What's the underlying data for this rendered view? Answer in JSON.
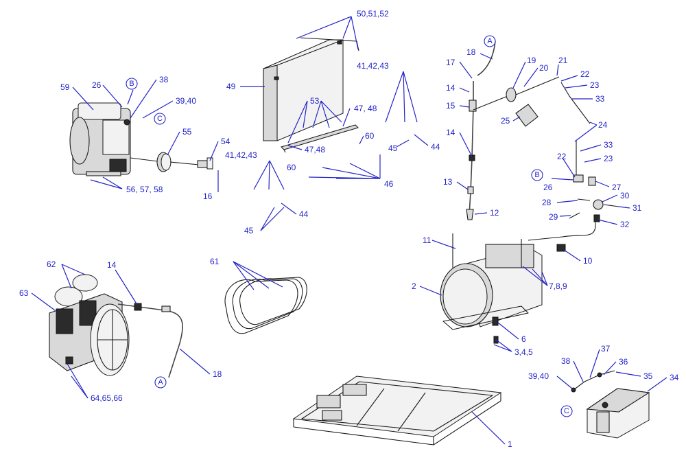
{
  "callouts": {
    "c_50_51_52": "50,51,52",
    "c_49": "49",
    "c_53": "53",
    "c_47_48_a": "47, 48",
    "c_47_48_b": "47,48",
    "c_60_a": "60",
    "c_60_b": "60",
    "c_46": "46",
    "c_41_42_43_mid": "41,42,43",
    "c_44_mid": "44",
    "c_45_mid": "45",
    "c_41_42_43_right": "41,42,43",
    "c_44_right": "44",
    "c_45_right": "45",
    "c_59": "59",
    "c_26_top": "26",
    "c_38_top": "38",
    "c_39_40_top": "39,40",
    "c_55": "55",
    "c_54": "54",
    "c_16": "16",
    "c_56_57_58": "56, 57, 58",
    "c_18_top": "18",
    "c_17": "17",
    "c_14_a": "14",
    "c_15": "15",
    "c_14_b": "14",
    "c_13": "13",
    "c_12": "12",
    "c_19": "19",
    "c_20": "20",
    "c_21": "21",
    "c_22_a": "22",
    "c_23_a": "23",
    "c_33_a": "33",
    "c_25": "25",
    "c_24": "24",
    "c_33_b": "33",
    "c_22_b": "22",
    "c_23_b": "23",
    "c_26_right": "26",
    "c_27": "27",
    "c_28": "28",
    "c_30": "30",
    "c_31": "31",
    "c_29": "29",
    "c_32": "32",
    "c_11": "11",
    "c_10": "10",
    "c_2": "2",
    "c_7_8_9": "7,8,9",
    "c_6": "6",
    "c_3_4_5": "3,4,5",
    "c_62": "62",
    "c_14_left": "14",
    "c_63": "63",
    "c_18_left": "18",
    "c_64_65_66": "64,65,66",
    "c_61": "61",
    "c_1": "1",
    "c_37": "37",
    "c_38_bottom": "38",
    "c_36": "36",
    "c_39_40_bottom": "39,40",
    "c_35": "35",
    "c_34": "34"
  },
  "references": {
    "ref_A": "A",
    "ref_B": "B",
    "ref_C": "C"
  },
  "colors": {
    "callout": "#2323c8",
    "linework": "#1a1a1a"
  }
}
